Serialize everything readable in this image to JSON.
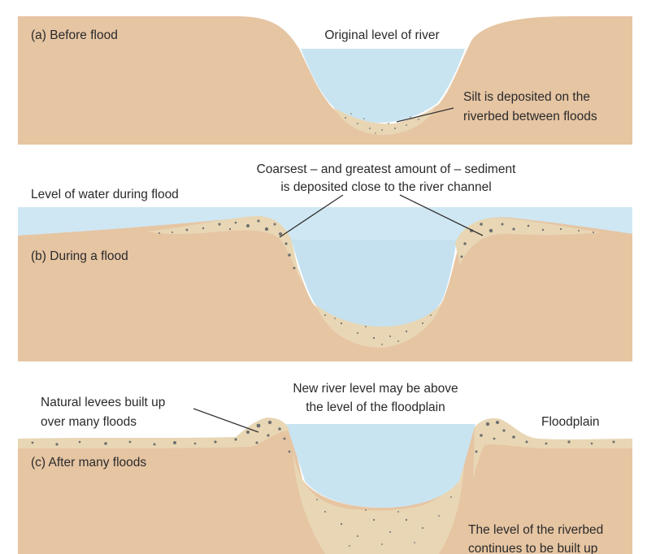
{
  "panel_a": {
    "title": "(a) Before flood",
    "water_label": "Original level of river",
    "silt_label": [
      "Silt is deposited on the",
      "riverbed between floods"
    ]
  },
  "panel_b": {
    "title": "(b) During a flood",
    "flood_label": "Level of water during flood",
    "sediment_label": [
      "Coarsest – and greatest amount of – sediment",
      "is deposited close to the river channel"
    ]
  },
  "panel_c": {
    "title": "(c) After many floods",
    "levee_label": [
      "Natural levees built up",
      "over many floods"
    ],
    "river_label": [
      "New river level may be above",
      "the level of the floodplain"
    ],
    "floodplain_label": "Floodplain",
    "riverbed_label": [
      "The level of the riverbed",
      "continues to be built up"
    ]
  },
  "colors": {
    "ground": "#e6c5a3",
    "water": "#c9e4f1",
    "flood_water": "#cfe7f3",
    "sediment": "#e8d6b4",
    "pebble": "#6f6f6f",
    "text": "#2a2a2a"
  }
}
